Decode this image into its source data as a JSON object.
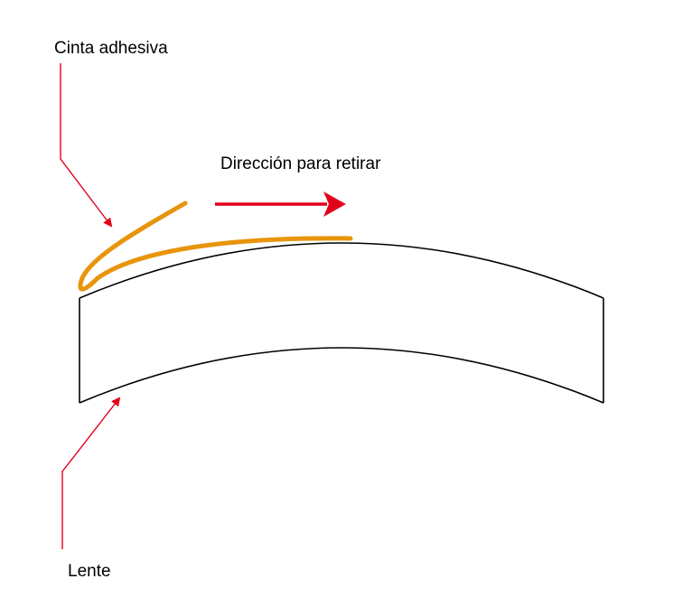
{
  "labels": {
    "tape": "Cinta adhesiva",
    "direction": "Dirección para retirar",
    "lens": "Lente"
  },
  "colors": {
    "tape": "#E8950C",
    "arrow": "#E3001B",
    "leader": "#E3001B",
    "lens_outline": "#000000",
    "background": "#FFFFFF"
  }
}
